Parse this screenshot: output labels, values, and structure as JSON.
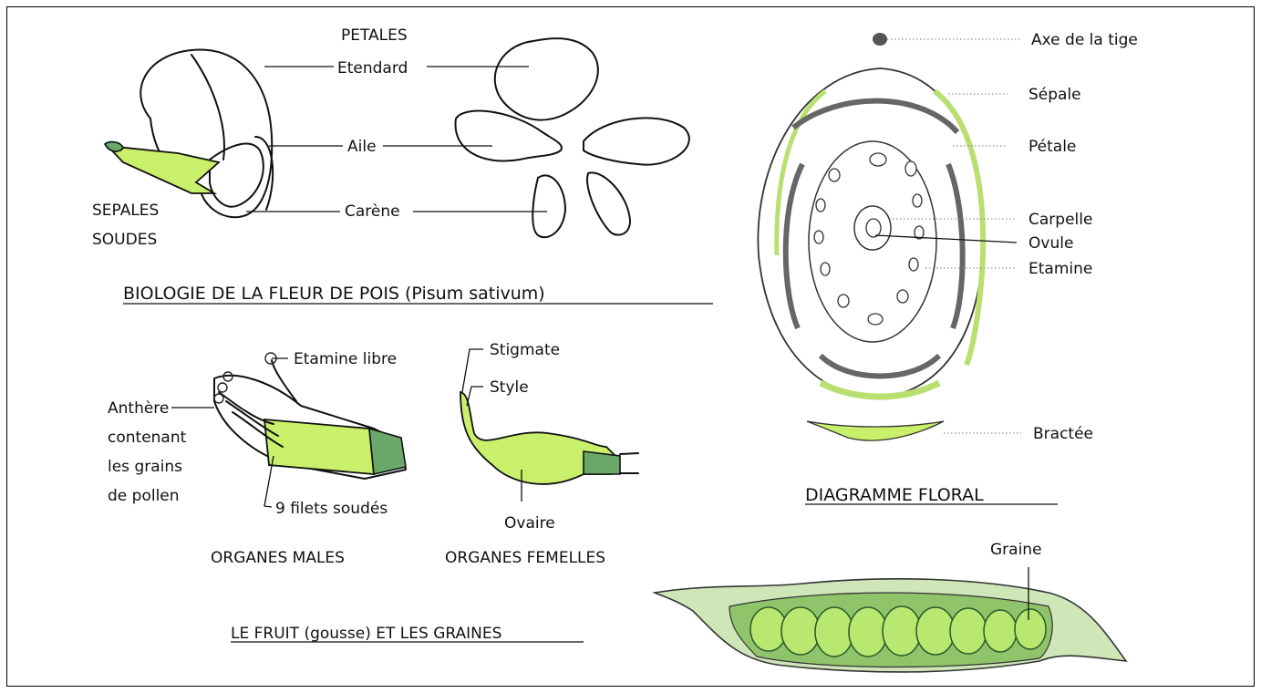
{
  "titles": {
    "flower": "BIOLOGIE DE LA FLEUR DE POIS (Pisum sativum)",
    "diagram": "DIAGRAMME FLORAL",
    "fruit": "LE FRUIT (gousse) ET LES GRAINES",
    "male": "ORGANES MALES",
    "female": "ORGANES FEMELLES"
  },
  "flower_labels": {
    "petales": "PETALES",
    "etendard": "Etendard",
    "aile": "Aile",
    "carene": "Carène",
    "sepales_1": "SEPALES",
    "sepales_2": "SOUDES"
  },
  "male_labels": {
    "etamine_libre": "Etamine libre",
    "anthere_1": "Anthère",
    "anthere_2": "contenant",
    "anthere_3": "les grains",
    "anthere_4": "de pollen",
    "filets": "9 filets soudés"
  },
  "female_labels": {
    "stigmate": "Stigmate",
    "style": "Style",
    "ovaire": "Ovaire"
  },
  "diagram_labels": {
    "axe": "Axe de la tige",
    "sepale": "Sépale",
    "petale": "Pétale",
    "carpelle": "Carpelle",
    "ovule": "Ovule",
    "etamine": "Etamine",
    "bractee": "Bractée"
  },
  "fruit_labels": {
    "graine": "Graine"
  },
  "colors": {
    "light_green": "#c9f06a",
    "dark_green": "#6aa86a",
    "grey": "#555555"
  }
}
